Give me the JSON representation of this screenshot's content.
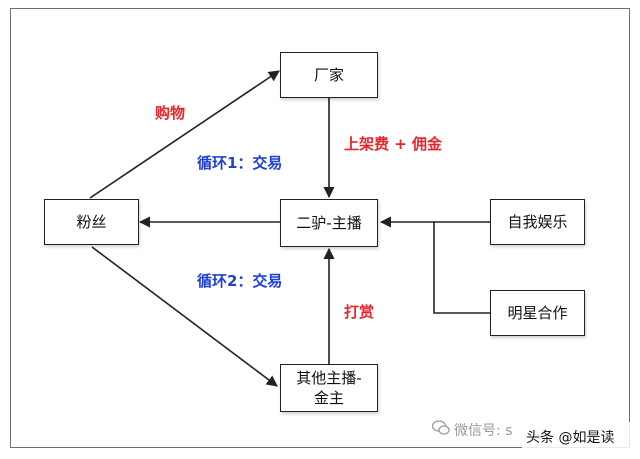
{
  "nodes": {
    "manufacturer": "厂家",
    "fans": "粉丝",
    "anchor": "二驴-主播",
    "self_entertainment": "自我娱乐",
    "celebrity": "明星合作",
    "other_anchors_line1": "其他主播-",
    "other_anchors_line2": "金主"
  },
  "edge_labels": {
    "purchase": "购物",
    "listing_fee": "上架费 + 佣金",
    "tip": "打赏",
    "loop1": "循环1：交易",
    "loop2": "循环2：交易"
  },
  "watermark": {
    "wechat": "微信号: s",
    "brand": "头条 @如是读"
  },
  "colors": {
    "red_label": "#e8262c",
    "blue_label": "#1f3fd6",
    "line": "#222222"
  }
}
